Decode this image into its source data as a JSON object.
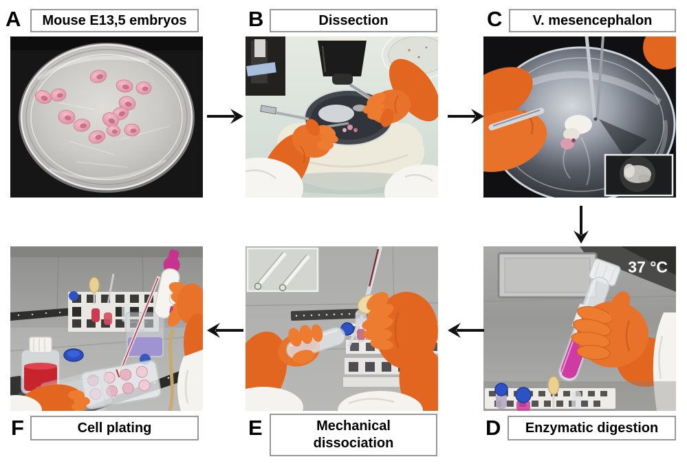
{
  "figure": {
    "panels": [
      {
        "letter": "A",
        "label": "Mouse E13,5 embryos",
        "photo": "petri dish with pink mouse embryos on dark bench"
      },
      {
        "letter": "B",
        "label": "Dissection",
        "photo": "gloved hands dissecting under stereomicroscope"
      },
      {
        "letter": "C",
        "label": "V. mesencephalon",
        "photo": "close-up dissection of ventral mesencephalon with inset of isolated tissue"
      },
      {
        "letter": "D",
        "label": "Enzymatic digestion",
        "overlay_text": "37 °C",
        "photo": "gloved hand holding tube with magenta medium in hood"
      },
      {
        "letter": "E",
        "label": "Mechanical dissociation",
        "photo": "trituration with fire-polished Pasteur pipette, inset of pipette tips"
      },
      {
        "letter": "F",
        "label": "Cell plating",
        "photo": "pipetting cell suspension into multiwell plate in laminar hood"
      }
    ],
    "arrows": [
      {
        "from": "A",
        "to": "B",
        "direction": "right"
      },
      {
        "from": "B",
        "to": "C",
        "direction": "right"
      },
      {
        "from": "C",
        "to": "D",
        "direction": "down"
      },
      {
        "from": "D",
        "to": "E",
        "direction": "left"
      },
      {
        "from": "E",
        "to": "F",
        "direction": "left"
      }
    ],
    "colors": {
      "background": "#ffffff",
      "label_border": "#979797",
      "label_text": "#000000",
      "arrow": "#111111",
      "glove_orange": "#e2661f",
      "medium_magenta": "#ce3ba2",
      "medium_red": "#c8242e",
      "steel_gray": "#a4a4a2",
      "embryo_pink": "#eba4b2"
    }
  }
}
